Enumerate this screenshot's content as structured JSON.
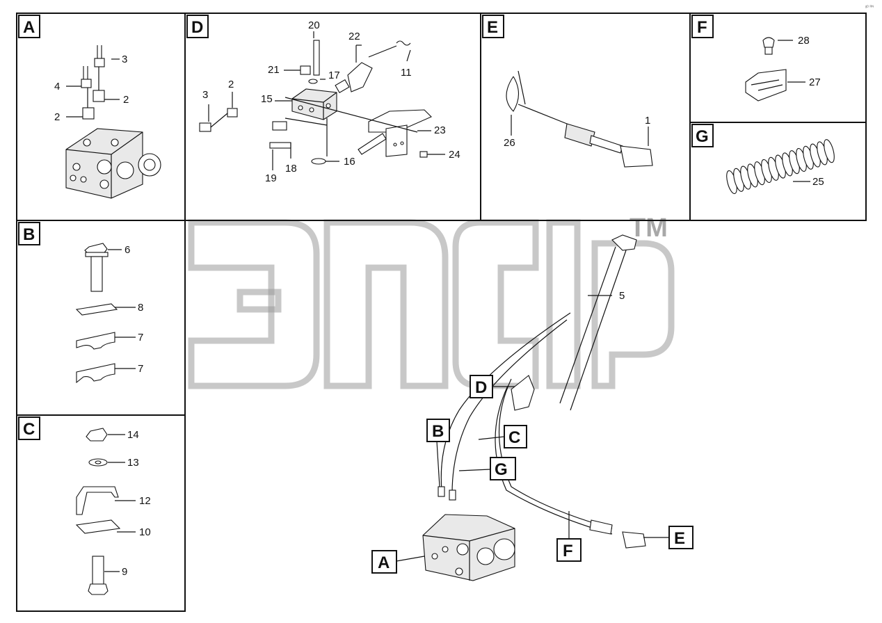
{
  "panels": [
    {
      "id": "A",
      "callouts": [
        "3",
        "4",
        "2",
        "2"
      ]
    },
    {
      "id": "D",
      "callouts": [
        "20",
        "22",
        "21",
        "17",
        "11",
        "3",
        "2",
        "15",
        "23",
        "24",
        "19",
        "18",
        "16"
      ]
    },
    {
      "id": "E",
      "callouts": [
        "26",
        "1"
      ]
    },
    {
      "id": "F",
      "callouts": [
        "28",
        "27"
      ]
    },
    {
      "id": "G",
      "callouts": [
        "25"
      ]
    },
    {
      "id": "B",
      "callouts": [
        "6",
        "8",
        "7",
        "7"
      ]
    },
    {
      "id": "C",
      "callouts": [
        "14",
        "13",
        "12",
        "10",
        "9"
      ]
    }
  ],
  "main": {
    "callouts": [
      "5"
    ],
    "labels": [
      "D",
      "B",
      "C",
      "G",
      "A",
      "F",
      "E"
    ]
  },
  "watermark": {
    "trademark": "TM"
  },
  "corner_note": "ᵍᴰ ᴿᴺ"
}
